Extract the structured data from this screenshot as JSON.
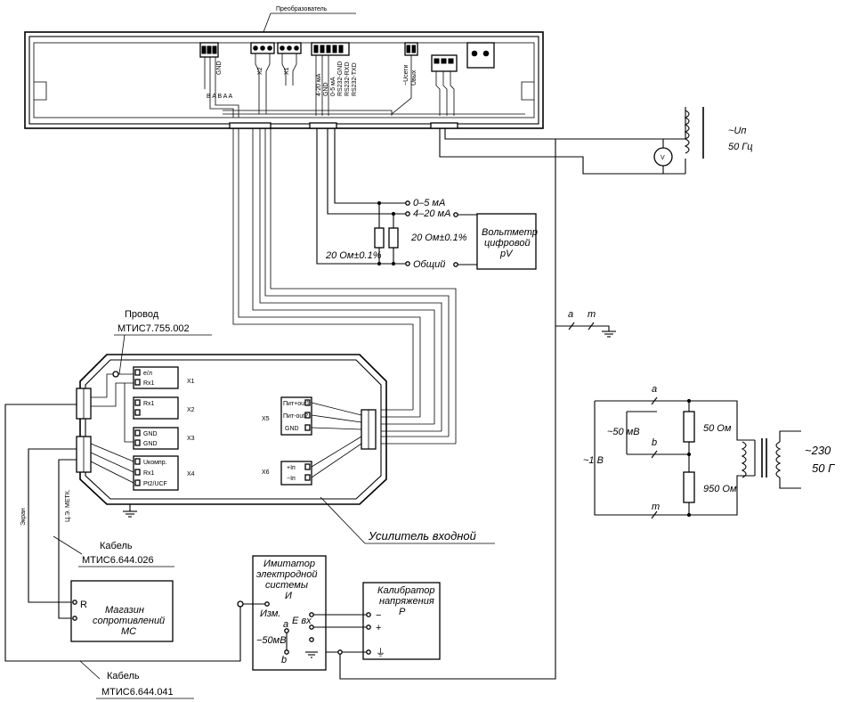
{
  "converter": {
    "title": "Преобразователь",
    "connector_left": "GND",
    "x2": "X2",
    "x1": "X1",
    "signals": [
      "4-20 мА",
      "GND",
      "0-5 мА",
      "RS232-GND",
      "RS232-RXD",
      "RS232-TXD"
    ],
    "rx_pins": "B  A  B  A  A",
    "mains": [
      "~Uсети",
      "Uвых"
    ]
  },
  "supply": {
    "label": "~Uп",
    "freq": "50 Гц",
    "voltmeter": "V"
  },
  "outputs": {
    "out_05": "0–5 мА",
    "out_420": "4–20 мА",
    "common": "Общий",
    "r1": "20 Ом±0.1%",
    "r2": "20 Ом±0.1%"
  },
  "voltmeter": {
    "line1": "Вольтметр",
    "line2": "цифровой",
    "line3": "pV"
  },
  "ground_tap": {
    "a": "а",
    "m": "m"
  },
  "wire": {
    "title": "Провод",
    "code": "МТИС7.755.002"
  },
  "amplifier": {
    "title": "Усилитель входной",
    "x1_rows": [
      "e/л",
      "Rx1"
    ],
    "x1_tag": "X1",
    "x2_tag": "X2",
    "x3_rows": [
      "GND",
      "GND"
    ],
    "x3_tag": "X3",
    "x4_rows": [
      "Uкомпр.",
      "Rx1",
      "Pt2/UCF"
    ],
    "x4_tag": "X4",
    "x5_rows": [
      "Пит+out1",
      "Пит-out2",
      "GND"
    ],
    "x5_tag": "X5",
    "x6_rows": [
      "+Iп",
      "−Iп"
    ],
    "x6_tag": "X6"
  },
  "cable1": {
    "title": "Кабель",
    "code": "МТИС6.644.026",
    "screen": "Экран",
    "wire": "Ц.Э. МЕТК."
  },
  "resistance": {
    "pin": "R",
    "line1": "Магазин",
    "line2": "сопротивлений",
    "line3": "MC"
  },
  "cable2": {
    "title": "Кабель",
    "code": "МТИС6.644.041"
  },
  "imitator": {
    "line1": "Имитатор",
    "line2": "электродной",
    "line3": "системы",
    "line4": "И",
    "izm": "Изм.",
    "a": "a",
    "e": "E вх",
    "mv": "−50мВ",
    "b": "b"
  },
  "calibrator": {
    "line1": "Калибратор",
    "line2": "напряжения",
    "line3": "P",
    "minus": "−",
    "plus": "+",
    "gnd": "⏚"
  },
  "divider": {
    "a": "a",
    "b": "b",
    "m": "m",
    "mv": "~50 мВ",
    "v1": "~1 В",
    "r50": "50 Ом",
    "r950": "950 Ом",
    "mains": "~230",
    "freq": "50 Г"
  }
}
